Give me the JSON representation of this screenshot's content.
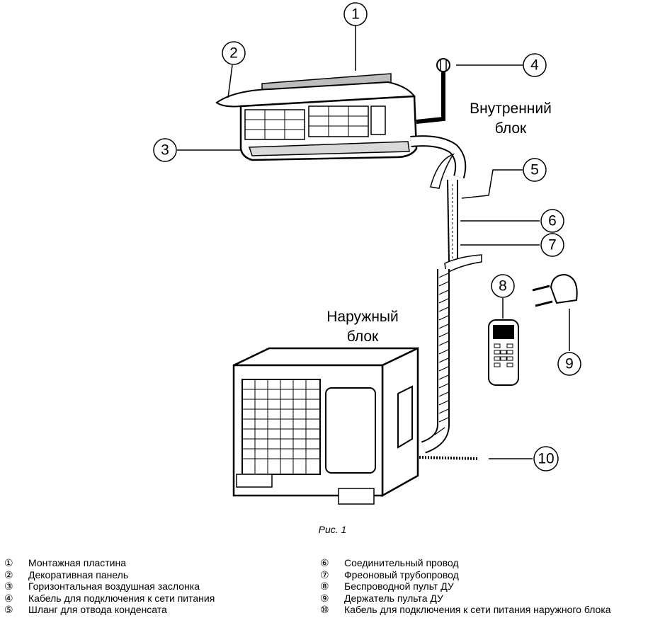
{
  "callouts": [
    "1",
    "2",
    "3",
    "4",
    "5",
    "6",
    "7",
    "8",
    "9",
    "10"
  ],
  "indoor_label": [
    "Внутренний",
    "блок"
  ],
  "outdoor_label": [
    "Наружный",
    "блок"
  ],
  "figure_caption": "Рис. 1",
  "legend_left": [
    {
      "mark": "①",
      "text": "Монтажная пластина"
    },
    {
      "mark": "②",
      "text": "Декоративная панель"
    },
    {
      "mark": "③",
      "text": "Горизонтальная воздушная заслонка"
    },
    {
      "mark": "④",
      "text": "Кабель для подключения к сети питания"
    },
    {
      "mark": "⑤",
      "text": "Шланг для отвода конденсата"
    }
  ],
  "legend_right": [
    {
      "mark": "⑥",
      "text": "Соединительный провод"
    },
    {
      "mark": "⑦",
      "text": "Фреоновый трубопровод"
    },
    {
      "mark": "⑧",
      "text": "Беспроводной пульт ДУ"
    },
    {
      "mark": "⑨",
      "text": "Держатель пульта ДУ"
    },
    {
      "mark": "⑩",
      "text": "Кабель для подключения к сети питания наружного блока"
    }
  ]
}
